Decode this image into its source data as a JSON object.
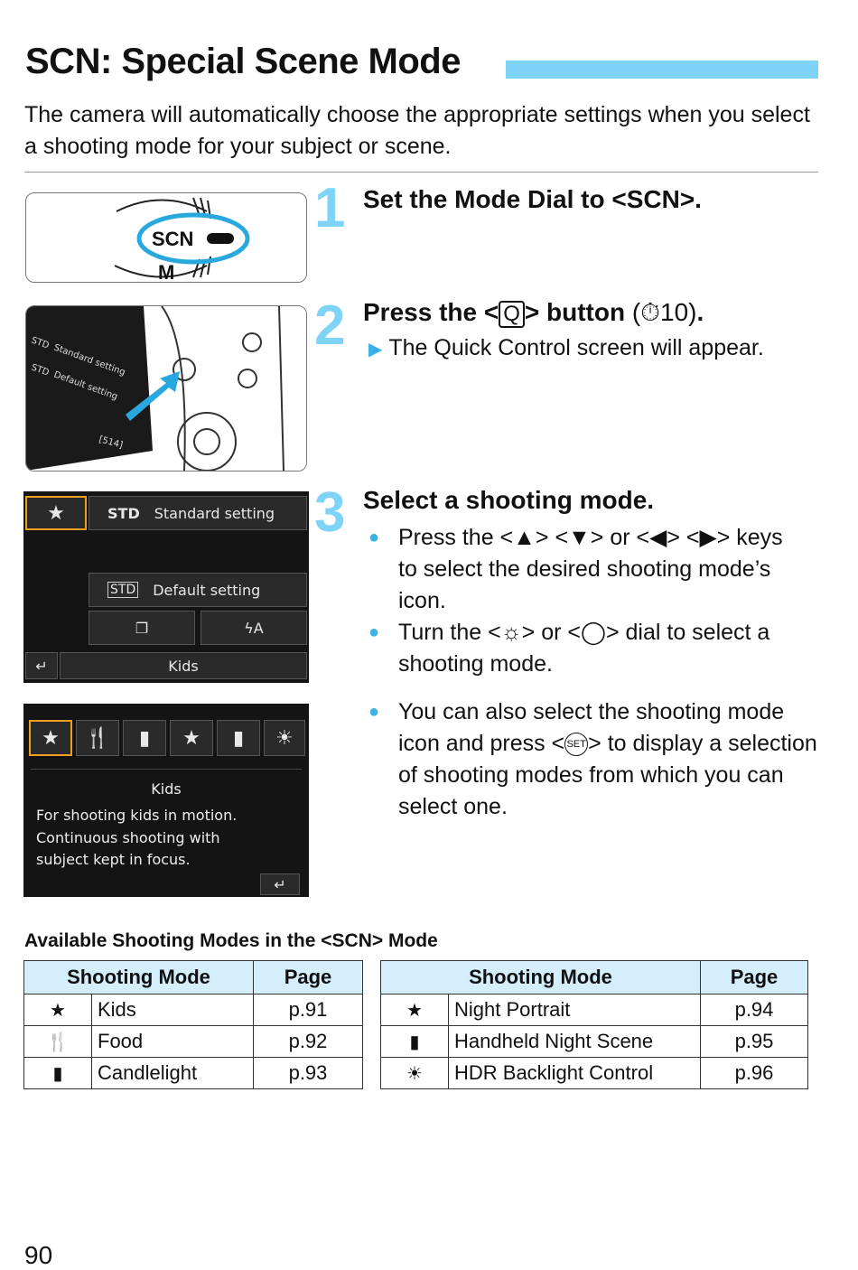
{
  "header": {
    "scn": "SCN",
    "title_rest": ": Special Scene Mode",
    "intro": "The camera will automatically choose the appropriate settings when you select a shooting mode for your subject or scene."
  },
  "steps": [
    {
      "num": "1",
      "pre": "Set the Mode Dial to <",
      "scn": "SCN",
      "post": ">."
    },
    {
      "num": "2",
      "pre": "Press the <",
      "key": "Q",
      "post": "> button",
      "ref": "(⏱10)",
      "end": ".",
      "result": "The Quick Control screen will appear."
    },
    {
      "num": "3",
      "title": "Select a shooting mode.",
      "bullet1": "Press the <▲> <▼> or <◀> <▶> keys to select the desired shooting mode’s icon.",
      "bullet2_pre": "Turn the <",
      "bullet2_mid": "> or <",
      "bullet2_post": "> dial to select a shooting mode.",
      "bullet3_pre": "You can also select the shooting mode icon and press <",
      "bullet3_key": "SET",
      "bullet3_post": "> to display a selection of shooting modes from which you can select one."
    }
  ],
  "dial": {
    "label": "SCN",
    "m_label": "M"
  },
  "camera_screen": {
    "items": [
      "Standard setting",
      "Default setting",
      "[514]"
    ]
  },
  "qc_screen": {
    "std_label": "Standard setting",
    "default_label": "Default setting",
    "bottom_label": "Kids",
    "flash_label": "ϟA"
  },
  "mode_screen": {
    "mode_name": "Kids",
    "desc1": "For shooting kids in motion.",
    "desc2": "Continuous shooting with",
    "desc3": "subject kept in focus."
  },
  "table": {
    "title_pre": "Available Shooting Modes in the <",
    "title_scn": "SCN",
    "title_post": "> Mode",
    "col_mode": "Shooting Mode",
    "col_page": "Page",
    "left_rows": [
      {
        "name": "Kids",
        "page": "p.91"
      },
      {
        "name": "Food",
        "page": "p.92"
      },
      {
        "name": "Candlelight",
        "page": "p.93"
      }
    ],
    "right_rows": [
      {
        "name": "Night Portrait",
        "page": "p.94"
      },
      {
        "name": "Handheld Night Scene",
        "page": "p.95"
      },
      {
        "name": "HDR Backlight Control",
        "page": "p.96"
      }
    ]
  },
  "page_number": "90"
}
